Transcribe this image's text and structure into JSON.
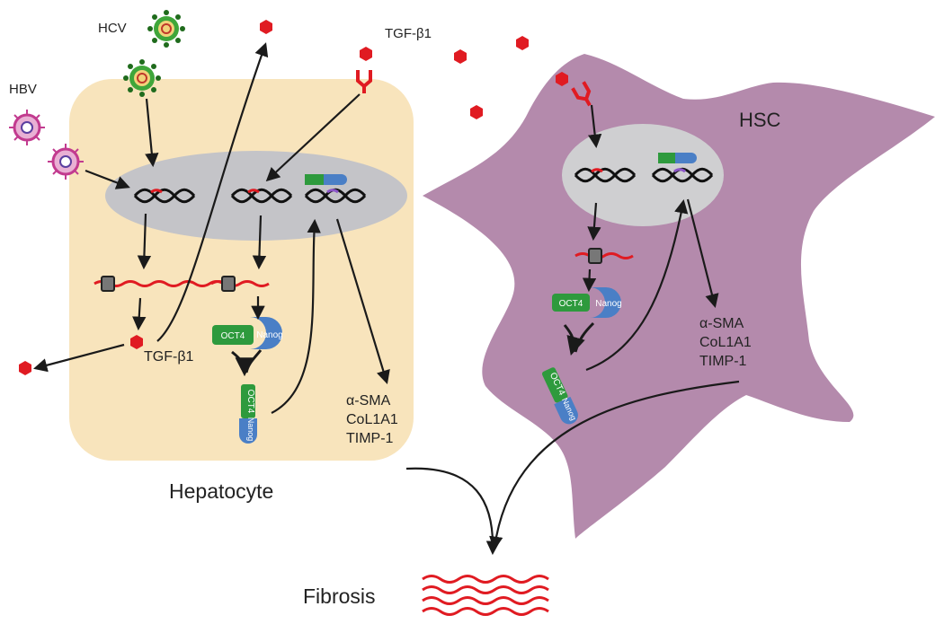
{
  "labels": {
    "hcv": "HCV",
    "hbv": "HBV",
    "tgf_top": "TGF-β1",
    "tgf_hep": "TGF-β1",
    "hsc": "HSC",
    "hepatocyte": "Hepatocyte",
    "fibrosis": "Fibrosis",
    "oct4": "OCT4",
    "nanog": "Nanog"
  },
  "hep_targets": [
    "α-SMA",
    "CoL1A1",
    "TIMP-1"
  ],
  "hsc_targets": [
    "α-SMA",
    "CoL1A1",
    "TIMP-1"
  ],
  "colors": {
    "hepatocyte": "#f8e4bc",
    "hsc": "#b48aac",
    "nucleus": "#c4c4c8",
    "nucleus_hsc": "#cfcfd1",
    "tgf": "#e01b22",
    "mrna": "#e01b22",
    "oct4": "#2e9a3d",
    "nanog": "#4a7fc6",
    "hcv": "#3fa63a",
    "hbv": "#c23b8f",
    "arrow": "#1a1a1a"
  }
}
